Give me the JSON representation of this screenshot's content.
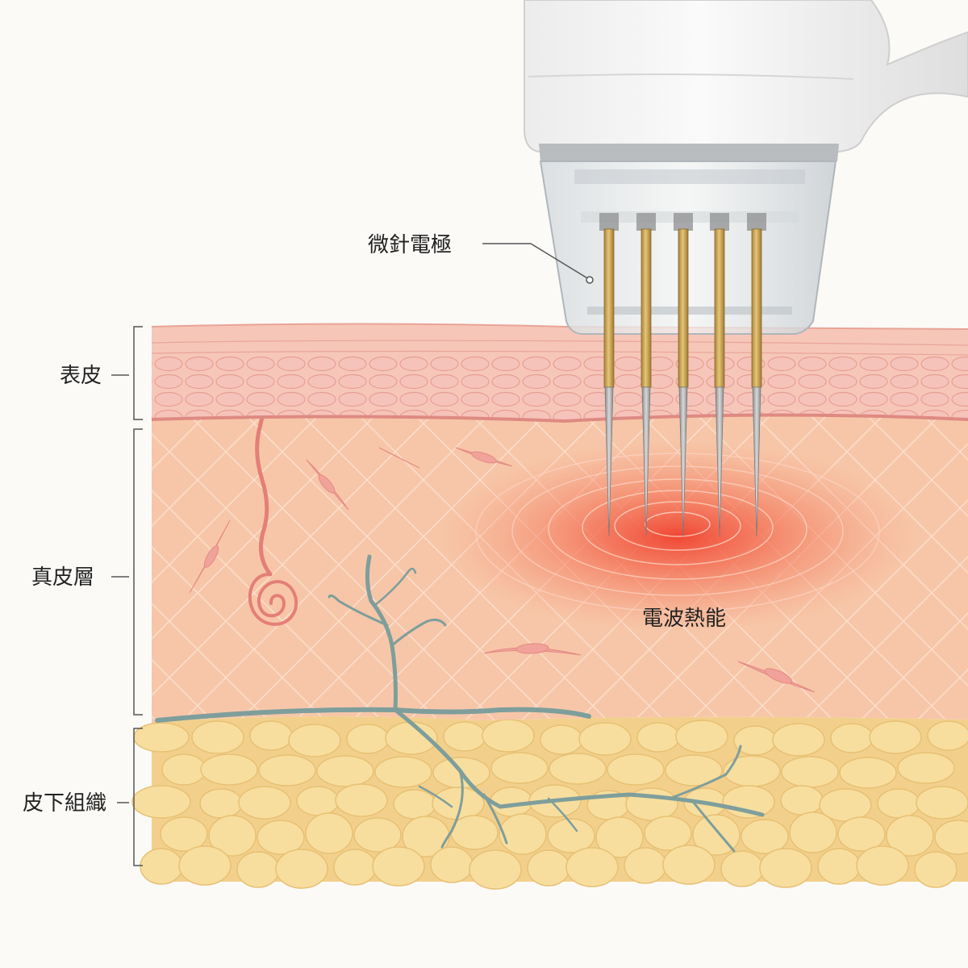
{
  "labels": {
    "epidermis": "表皮",
    "dermis": "真皮層",
    "subcutaneous": "皮下組織",
    "electrode": "微針電極",
    "heat": "電波熱能"
  },
  "colors": {
    "background": "#fbfaf7",
    "epidermis": "#f4b8ae",
    "dermis": "#f7c9ac",
    "fat": "#f4d795",
    "fat_lobule": "#f7de9e",
    "heat_core": "#f04a3a",
    "vessel": "#7e9e9c",
    "gland": "#e98c84",
    "needle_gold": "#c9a24a",
    "needle_steel": "#a8a8a8",
    "device_body": "#f4f4f4"
  },
  "icons": {
    "needle": "microneedle-icon",
    "device": "rf-handpiece-icon"
  }
}
